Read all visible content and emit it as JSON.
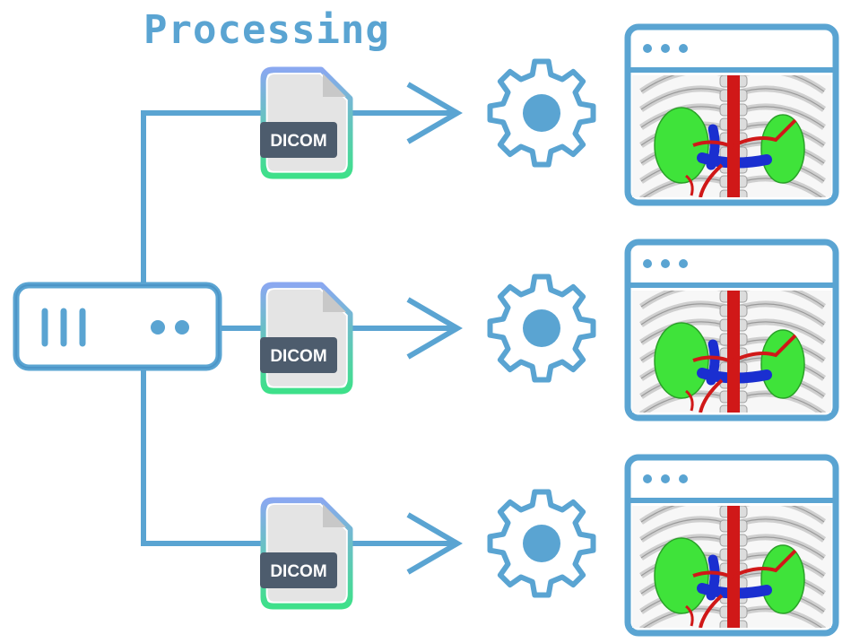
{
  "title": "Processing",
  "file_label": "DICOM",
  "colors": {
    "line": "#5aa4d2",
    "line_dark": "#3e86bb",
    "file_grey": "#e4e4e4",
    "file_outline_top": "#7ea8e8",
    "file_outline_bottom": "#3ee08a",
    "label_box": "#4d5c6d",
    "kidney": "#3fe33a",
    "aorta": "#d01818",
    "vein": "#1a2fd0",
    "bone": "#cfcfcf"
  },
  "icons": {
    "server": "server-icon",
    "file": "dicom-file-icon",
    "gear": "gear-icon",
    "arrow": "arrow-right-icon",
    "viewer": "browser-window-icon"
  },
  "rows": [
    {
      "id": "row-1"
    },
    {
      "id": "row-2"
    },
    {
      "id": "row-3"
    }
  ]
}
